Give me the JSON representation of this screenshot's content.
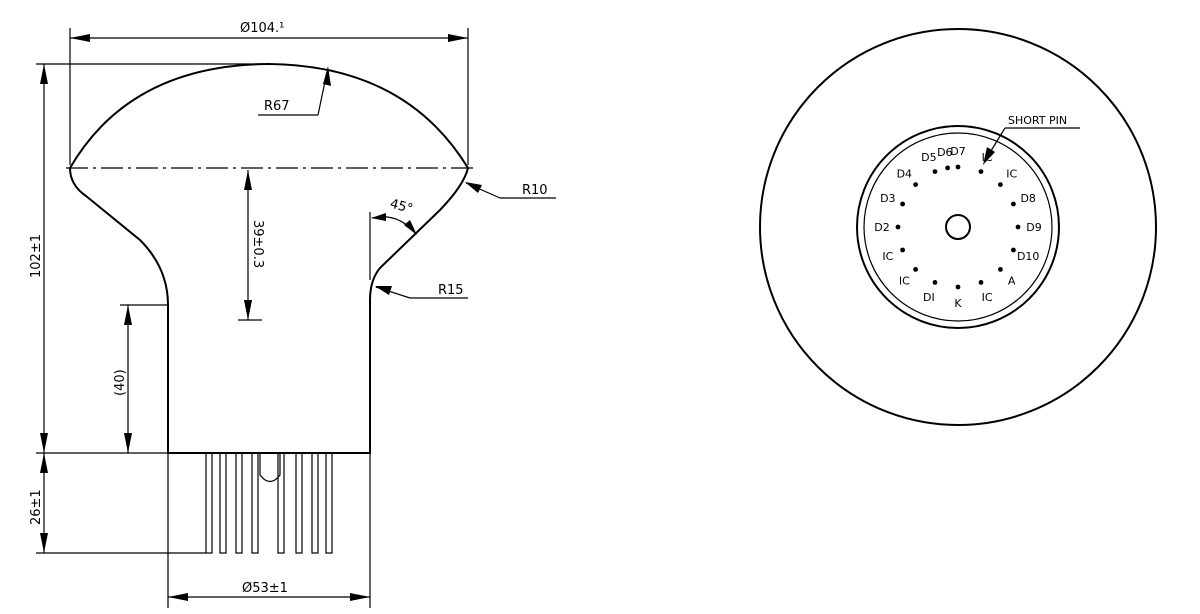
{
  "side_view": {
    "dims": {
      "top_diameter": "Ø104.¹",
      "radius_top": "R67",
      "radius_shoulder": "R10",
      "radius_neck": "R15",
      "angle": "45°",
      "depth": "39±0.3",
      "overall_height": "102±1",
      "neck_length": "(40)",
      "pin_length": "26±1",
      "base_diameter": "Ø53±1"
    }
  },
  "front_view": {
    "short_pin_label": "SHORT PIN",
    "pins": [
      {
        "label": "D7",
        "angle": 0
      },
      {
        "label": "IC",
        "angle": 22.5
      },
      {
        "label": "IC",
        "angle": 45
      },
      {
        "label": "D8",
        "angle": 67.5
      },
      {
        "label": "D9",
        "angle": 90
      },
      {
        "label": "D10",
        "angle": 112.5
      },
      {
        "label": "A",
        "angle": 135
      },
      {
        "label": "IC",
        "angle": 157.5
      },
      {
        "label": "K",
        "angle": 180
      },
      {
        "label": "DI",
        "angle": 202.5
      },
      {
        "label": "IC",
        "angle": 225
      },
      {
        "label": "IC",
        "angle": 247.5
      },
      {
        "label": "D2",
        "angle": 270
      },
      {
        "label": "D3",
        "angle": 292.5
      },
      {
        "label": "D4",
        "angle": 315
      },
      {
        "label": "D5",
        "angle": 337.5
      },
      {
        "label": "D6",
        "angle": 350
      }
    ]
  }
}
